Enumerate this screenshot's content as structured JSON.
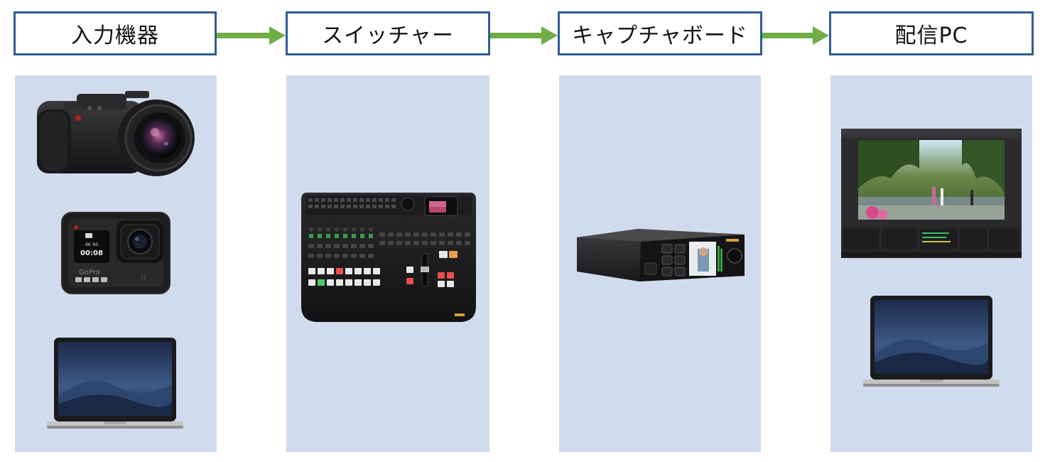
{
  "stages": [
    {
      "label": "入力機器",
      "devices": [
        "cinema-camera",
        "action-camera",
        "laptop"
      ]
    },
    {
      "label": "スイッチャー",
      "devices": [
        "live-production-switcher"
      ]
    },
    {
      "label": "キャプチャボード",
      "devices": [
        "streaming-encoder"
      ]
    },
    {
      "label": "配信PC",
      "devices": [
        "streaming-software-screenshot",
        "laptop"
      ]
    }
  ],
  "action_camera": {
    "resolution": "4K 60",
    "timer": "00:08",
    "brand": "GoPro"
  },
  "colors": {
    "box_border": "#2f5e94",
    "column_bg": "#d0dcee",
    "arrow": "#70ad47"
  }
}
